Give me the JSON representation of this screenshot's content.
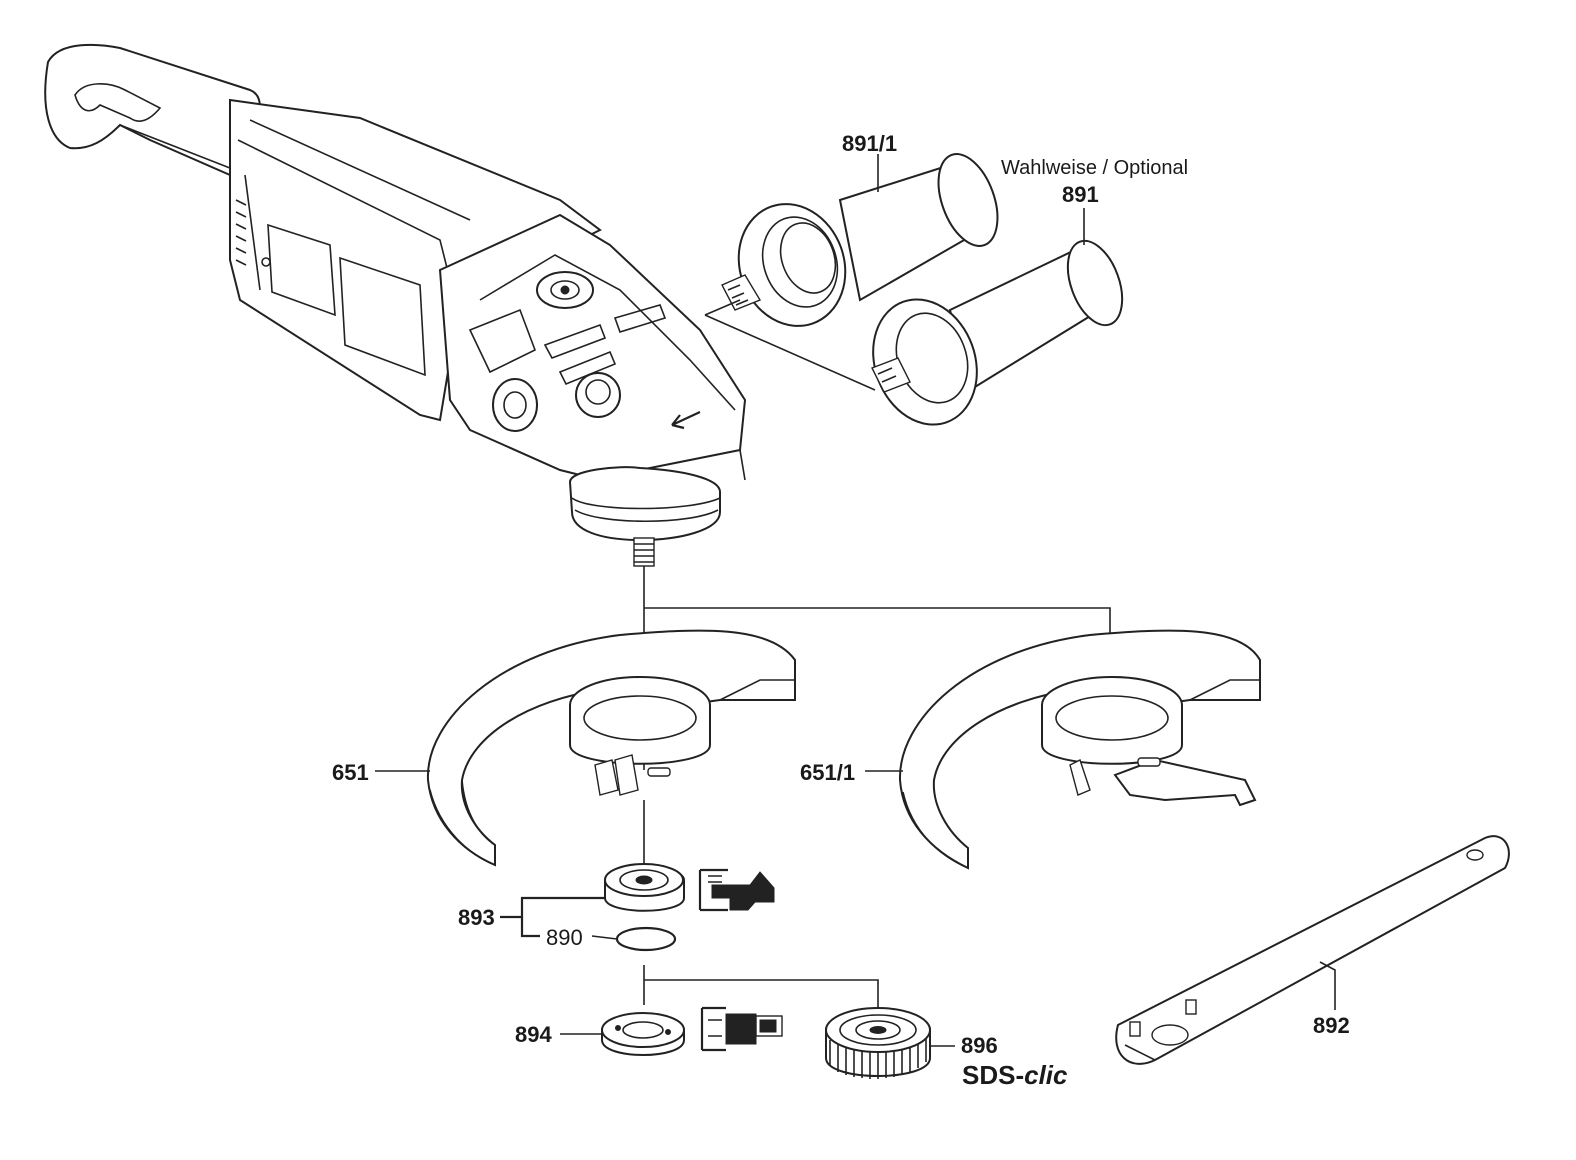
{
  "labels": {
    "handle_a": "891/1",
    "optional_note": "Wahlweise / Optional",
    "handle_b": "891",
    "guard_a": "651",
    "guard_b": "651/1",
    "flange_set": "893",
    "o_ring": "890",
    "clamp_nut": "894",
    "quick_nut": "896",
    "brand_prefix": "SDS-",
    "brand_suffix": "clic",
    "spanner": "892"
  },
  "icons": {
    "flange_orientation": "flange-orientation-icon",
    "nut_orientation": "nut-orientation-icon"
  },
  "colors": {
    "ink": "#222222",
    "background": "#ffffff"
  }
}
